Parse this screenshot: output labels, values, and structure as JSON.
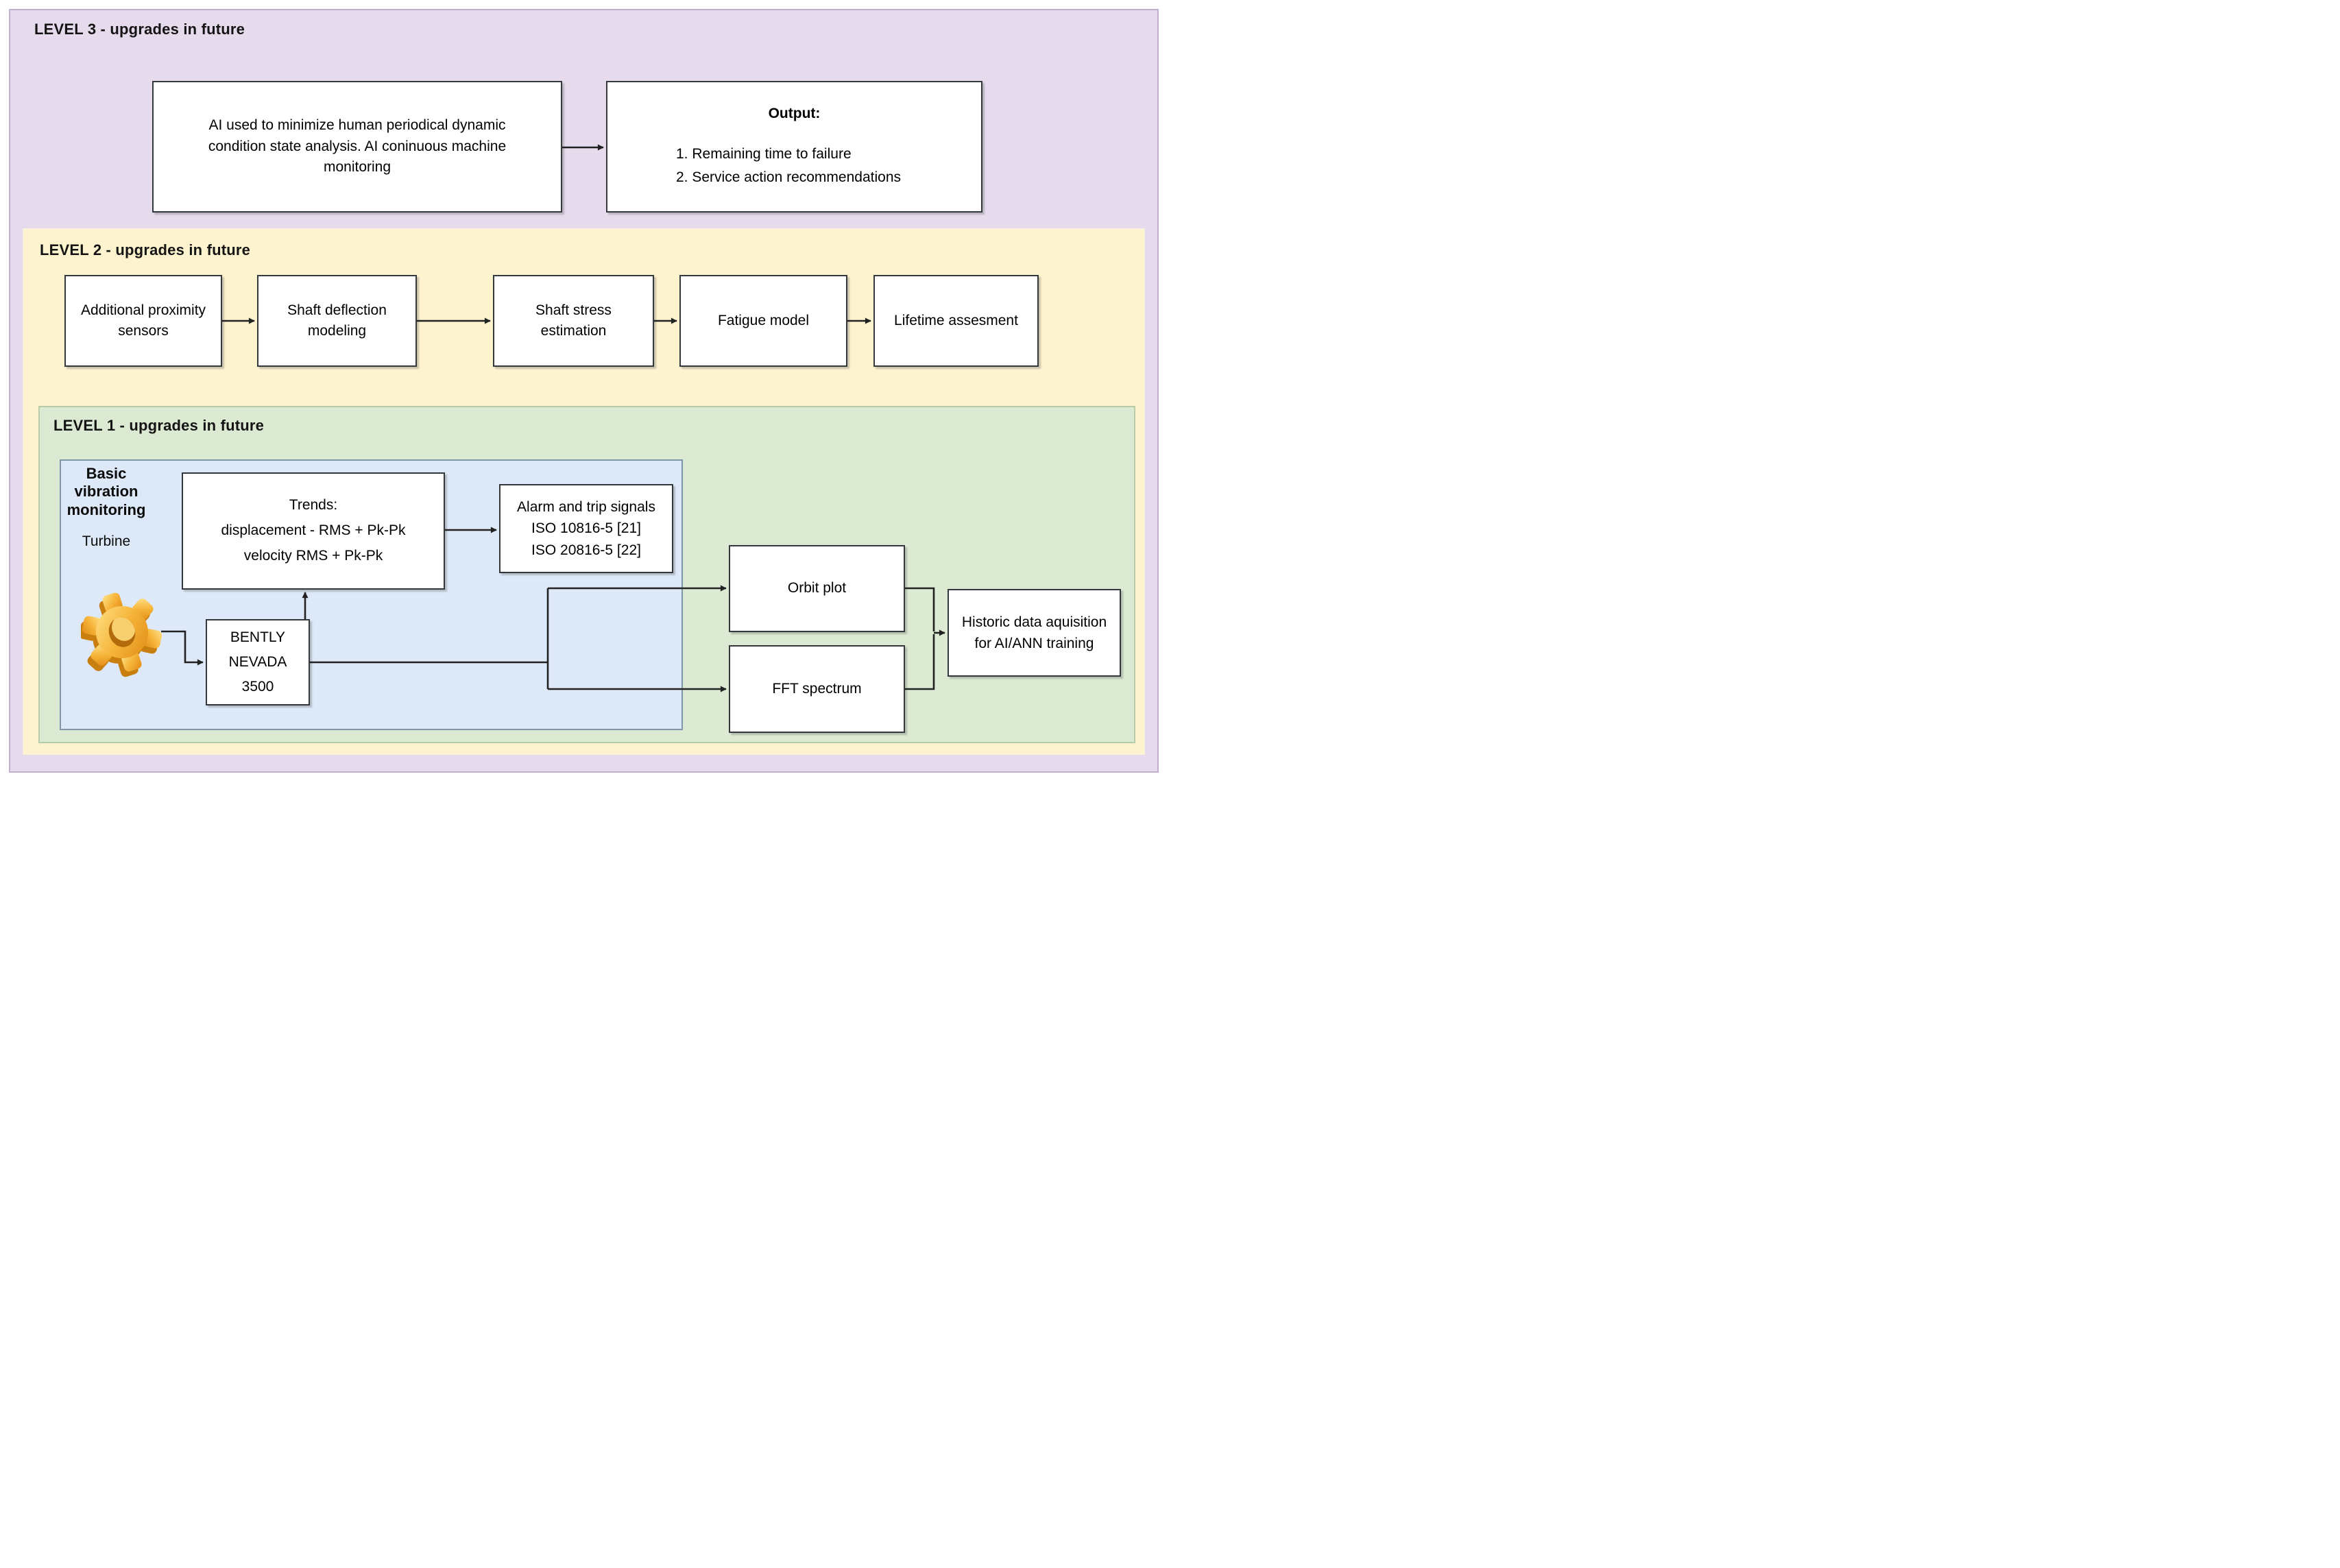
{
  "colors": {
    "purple-fill": "#e6dbec",
    "purple-border": "#c2aed0",
    "yellow-fill": "#fdf3cf",
    "yellow-border": "#faf1dc",
    "green-fill": "#dcead3",
    "green-border": "#b7cdaa",
    "blue-fill": "#dde9f8",
    "blue-border": "#7e96a8",
    "box-border": "#33383d",
    "line": "#222222",
    "gear-orange": "#f6b53a"
  },
  "level3": {
    "title": "LEVEL 3 - upgrades in future",
    "ai_box": "AI used to minimize human periodical dynamic condition state analysis. AI coninuous machine monitoring",
    "output_box": {
      "title": "Output:",
      "items": [
        "1. Remaining time to failure",
        "2. Service action recommendations"
      ]
    }
  },
  "level2": {
    "title": "LEVEL 2 - upgrades in future",
    "boxes": [
      "Additional proximity sensors",
      "Shaft deflection modeling",
      "Shaft stress estimation",
      "Fatigue model",
      "Lifetime assesment"
    ]
  },
  "level1": {
    "title": "LEVEL 1 - upgrades in future",
    "basic_monitoring_label": {
      "lines": [
        "Basic",
        "vibration",
        "monitoring"
      ]
    },
    "turbine_label": "Turbine",
    "trends_box": {
      "lines": [
        "Trends:",
        "displacement - RMS + Pk-Pk",
        "velocity RMS + Pk-Pk"
      ]
    },
    "alarm_box": {
      "lines": [
        "Alarm and trip signals",
        "ISO 10816-5 [21]",
        "ISO 20816-5 [22]"
      ]
    },
    "bently_box": {
      "lines": [
        "BENTLY",
        "NEVADA 3500"
      ]
    },
    "orbit_box": "Orbit plot",
    "fft_box": "FFT spectrum",
    "historic_box": "Historic data aquisition for AI/ANN training"
  }
}
